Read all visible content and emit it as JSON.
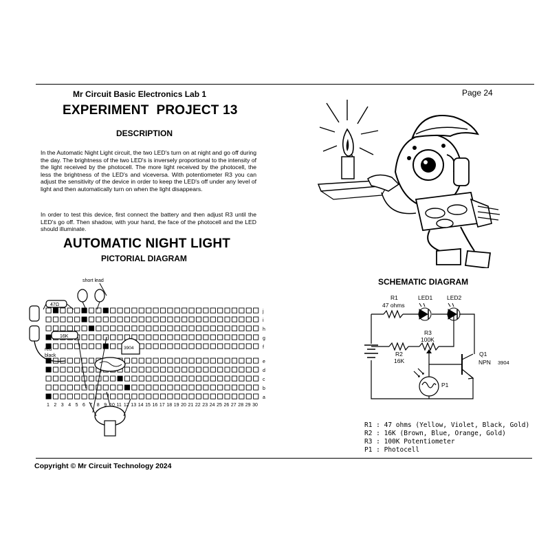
{
  "header": {
    "lab_title": "Mr Circuit Basic Electronics Lab 1",
    "page_number": "Page 24"
  },
  "experiment_title": "EXPERIMENT  PROJECT 13",
  "description": {
    "heading": "DESCRIPTION",
    "paragraph1": "In the Automatic Night Light circuit,  the two  LED's  turn on at night and go off during the day. The brightness of the two LED's is inversely  proportional to the intensity of the light received by the photocell. The more  light received by the photocell, the less the brightness of the LED's and viceversa.  With potentiometer R3 you can adjust the sensitivity of the device in order to keep the LED's off under any level of light and then automatically  turn on when the light disappears.",
    "paragraph2": "In order to test this device, first connect the battery and then adjust R3 until the LED's go off. Then shadow, with your hand, the face of the photocell and the LED should illuminate."
  },
  "circuit_title": "AUTOMATIC NIGHT LIGHT",
  "pictorial": {
    "heading": "PICTORIAL DIAGRAM",
    "labels": {
      "short_lead": "short lead",
      "resistor_47": "47Ω",
      "resistor_16k": "16K",
      "transistor": "3904",
      "red": "red",
      "black": "black"
    },
    "row_labels_top": [
      "j",
      "i",
      "h",
      "g",
      "f"
    ],
    "row_labels_bottom": [
      "e",
      "d",
      "c",
      "b",
      "a"
    ],
    "column_numbers": [
      "1",
      "2",
      "3",
      "4",
      "5",
      "6",
      "7",
      "8",
      "9",
      "10",
      "11",
      "12",
      "13",
      "14",
      "15",
      "16",
      "17",
      "18",
      "19",
      "20",
      "21",
      "22",
      "23",
      "24",
      "25",
      "26",
      "27",
      "28",
      "29",
      "30"
    ]
  },
  "schematic": {
    "heading": "SCHEMATIC DIAGRAM",
    "labels": {
      "r1_name": "R1",
      "r1_value": "47 ohms",
      "led1": "LED1",
      "led2": "LED2",
      "r3_name": "R3",
      "r3_value": "100K",
      "r2_name": "R2",
      "r2_value": "16K",
      "q1_name": "Q1",
      "q1_type": "NPN",
      "q1_part": "3904",
      "p1_name": "P1"
    }
  },
  "parts_list": [
    "R1 : 47 ohms (Yellow, Violet, Black, Gold)",
    "R2 : 16K (Brown, Blue, Orange, Gold)",
    "R3 : 100K Potentiometer",
    "P1 : Photocell"
  ],
  "footer": {
    "copyright": "Copyright © Mr Circuit Technology 2024"
  }
}
